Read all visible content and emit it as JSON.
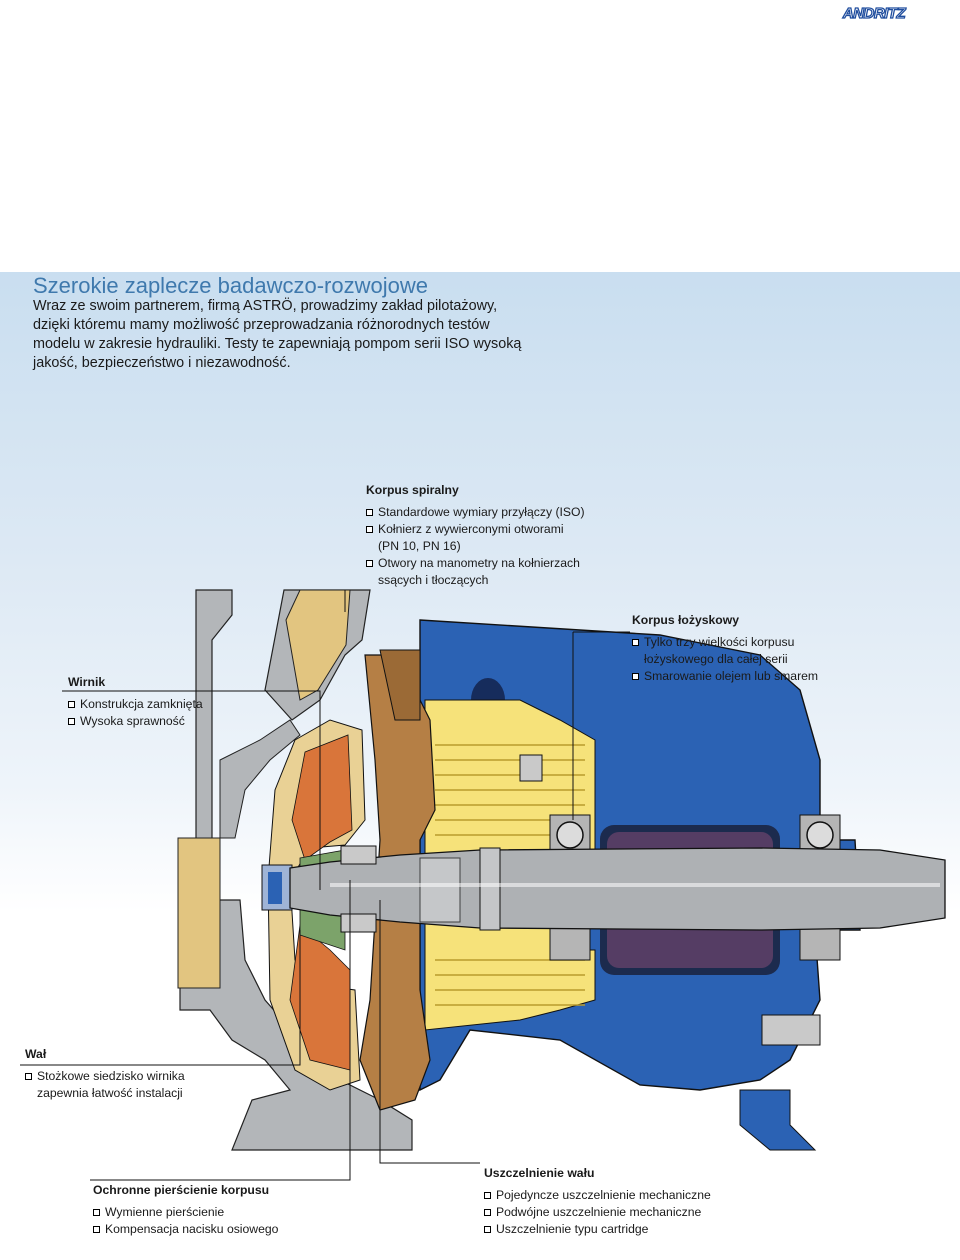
{
  "brand": {
    "logo_text": "ANDRITZ"
  },
  "intro": {
    "headline": "Szerokie zaplecze badawczo-rozwojowe",
    "paragraph": "Wraz ze swoim partnerem, firmą ASTRÖ, prowadzimy zakład pilotażowy, dzięki któremu mamy możliwość przeprowadzania różnorodnych testów modelu w zakresie hydrauliki. Testy te zapewniają pompom serii ISO wysoką jakość, bezpieczeństwo i niezawodność."
  },
  "callouts": {
    "korpus_spiralny": {
      "title": "Korpus spiralny",
      "items": [
        "Standardowe wymiary przyłączy (ISO)",
        "Kołnierz z wywierconymi otworami",
        "(PN 10, PN 16)",
        "Otwory na manometry na kołnierzach",
        "ssących i tłoczących"
      ]
    },
    "korpus_lozyskowy": {
      "title": "Korpus łożyskowy",
      "items": [
        "Tylko trzy wielkości korpusu",
        "łożyskowego dla całej serii",
        "Smarowanie olejem lub smarem"
      ]
    },
    "wirnik": {
      "title": "Wirnik",
      "items": [
        "Konstrukcja zamknięta",
        "Wysoka sprawność"
      ]
    },
    "wal": {
      "title": "Wał",
      "items": [
        "Stożkowe siedzisko wirnika",
        "zapewnia łatwość instalacji"
      ]
    },
    "pierscienie": {
      "title": "Ochronne pierścienie korpusu",
      "items": [
        "Wymienne pierścienie",
        "Kompensacja nacisku osiowego"
      ]
    },
    "uszczelnienie": {
      "title": "Uszczelnienie wału",
      "items": [
        "Pojedyncze uszczelnienie mechaniczne",
        "Podwójne uszczelnienie mechaniczne",
        "Uszczelnienie typu cartridge"
      ]
    }
  },
  "colors": {
    "headline": "#3f79ad",
    "casing_grey": "#b3b6b9",
    "bearing_blue": "#2b62b4",
    "impeller_orange": "#d9753a",
    "cover_bronze": "#b57f45",
    "oil_yellow": "#f6e27a",
    "shaft_grey": "#aeb1b4"
  }
}
